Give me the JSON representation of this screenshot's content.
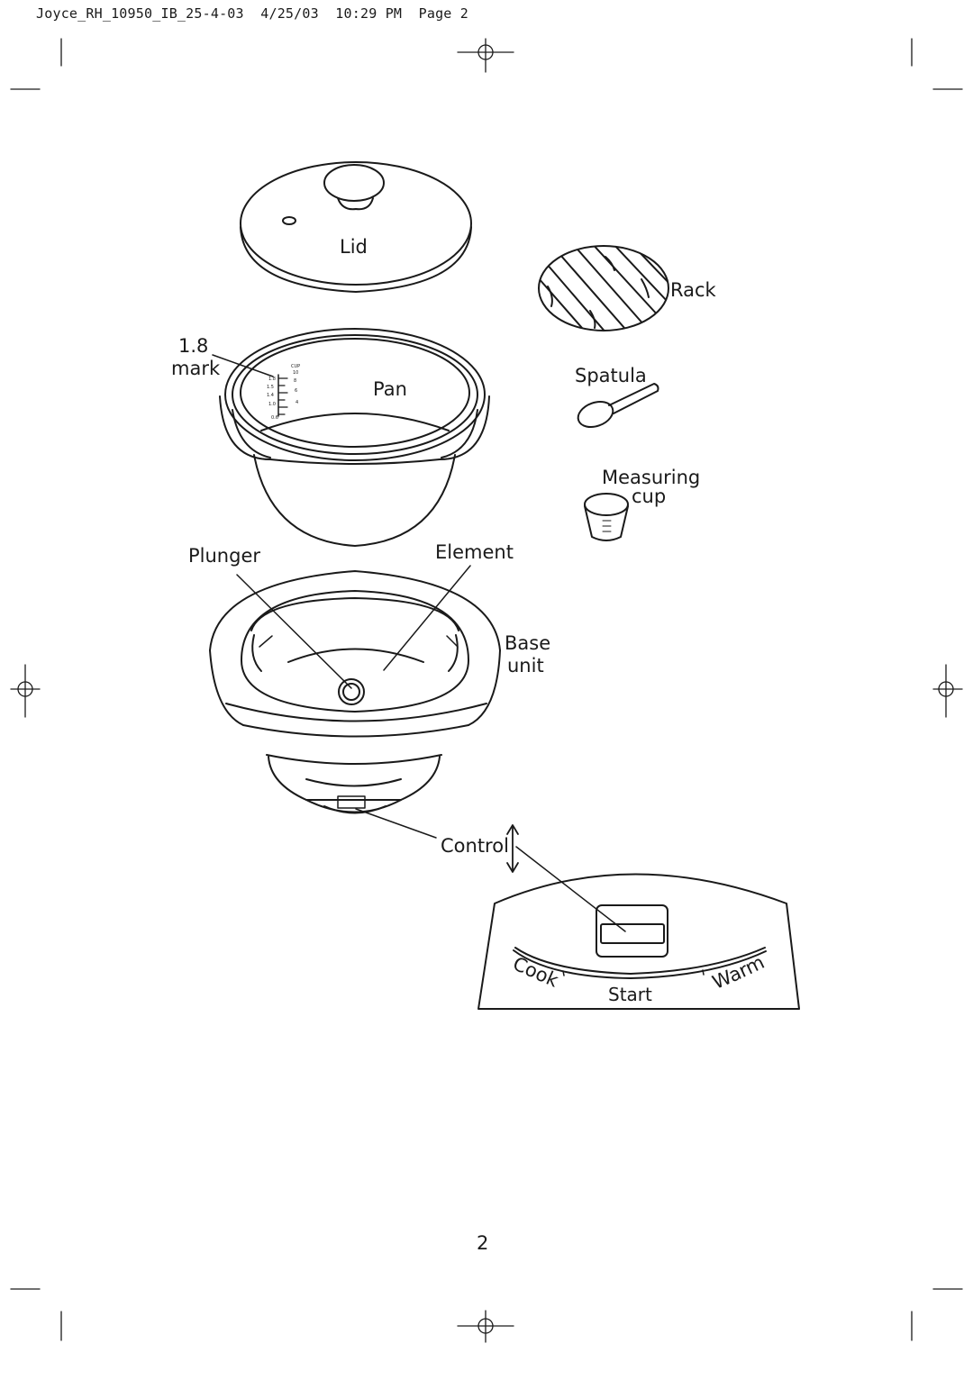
{
  "header": {
    "slug": "Joyce_RH_10950_IB_25-4-03  4/25/03  10:29 PM  Page 2"
  },
  "labels": {
    "lid": "Lid",
    "rack": "Rack",
    "mark_value": "1.8",
    "mark_word": "mark",
    "pan": "Pan",
    "spatula": "Spatula",
    "measuring": "Measuring",
    "cup": "cup",
    "plunger": "Plunger",
    "element": "Element",
    "base": "Base",
    "unit": "unit",
    "control": "Control"
  },
  "control_panel": {
    "cook": "Cook",
    "start": "Start",
    "warm": "Warm"
  },
  "pan_scale": {
    "left": [
      "1.8",
      "1.5",
      "1.4",
      "1.0",
      "0.6"
    ],
    "right_header": "CUP",
    "right": [
      "10",
      "8",
      "6",
      "4"
    ]
  },
  "page_number": "2"
}
